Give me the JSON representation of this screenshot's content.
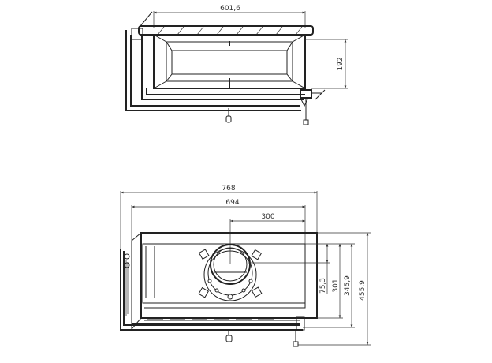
{
  "top_view": {
    "width_dim": "601,6",
    "height_dim": "192"
  },
  "front_view": {
    "overall_width_dim": "768",
    "inner_width_dim": "694",
    "flue_offset_dim": "300",
    "flue_height_dim": "75,3",
    "opening_height_dim": "301",
    "frame_height_dim": "345,9",
    "total_height_dim": "455,9"
  }
}
